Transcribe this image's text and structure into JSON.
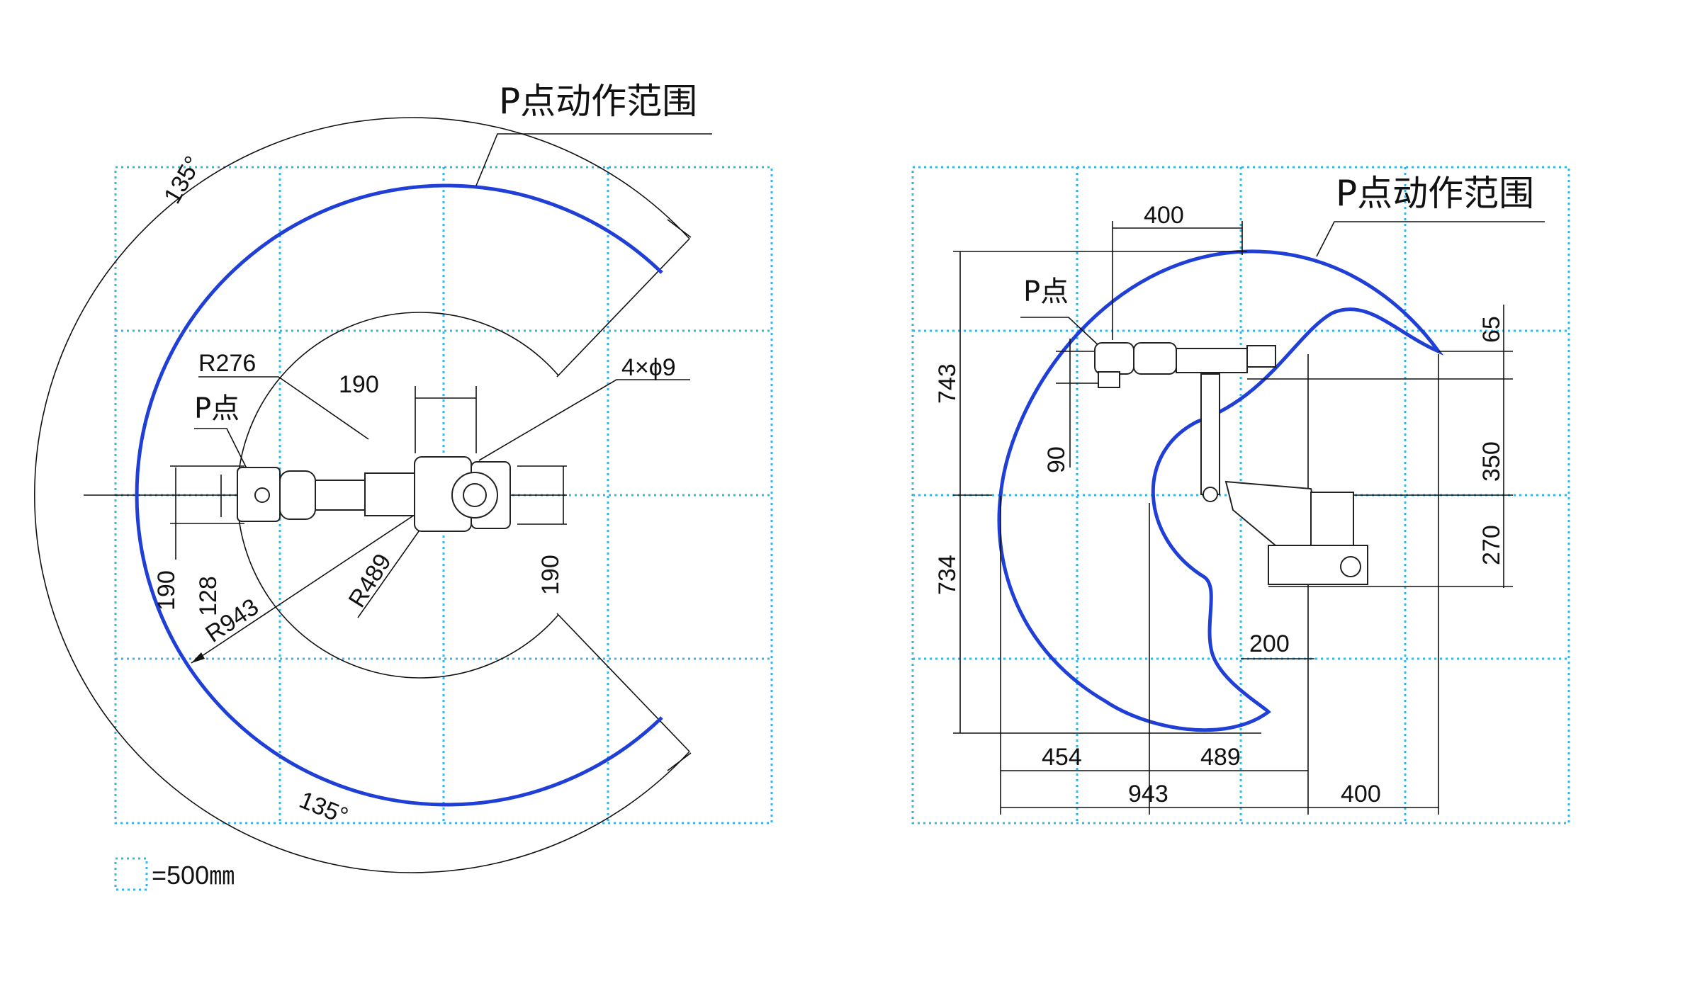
{
  "legend": {
    "unit_label": "=500㎜"
  },
  "top_view": {
    "title": "P点动作范围",
    "point_label": "P点",
    "angle_top": "135°",
    "angle_bottom": "135°",
    "r276": "R276",
    "r489": "R489",
    "r943": "R943",
    "hole": "4×ϕ9",
    "d190_top": "190",
    "d190_left": "190",
    "d128": "128",
    "d190_right": "190"
  },
  "side_view": {
    "title": "P点动作范围",
    "point_label": "P点",
    "d400_top": "400",
    "d743": "743",
    "d734": "734",
    "d90": "90",
    "d65": "65",
    "d350": "350",
    "d270": "270",
    "d200": "200",
    "d454": "454",
    "d489": "489",
    "d943": "943",
    "d400_bottom": "400"
  },
  "colors": {
    "grid": "#36b4ec",
    "range": "#1f3fd6",
    "line": "#111111"
  }
}
